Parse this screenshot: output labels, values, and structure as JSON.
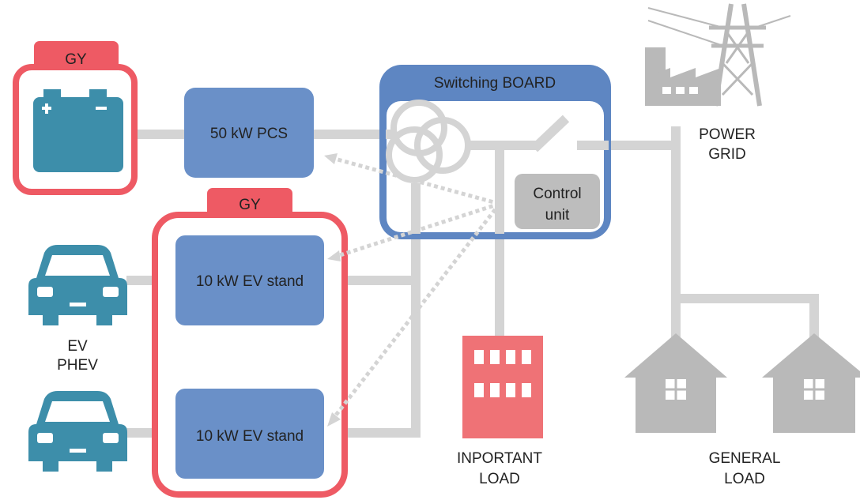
{
  "colors": {
    "line": "#d4d4d4",
    "box": "#6a90c8",
    "box_border": "#5e86c2",
    "highlight": "#ee5a64",
    "teal": "#3d8eaa",
    "gray_icon": "#b9b9b9",
    "control": "#bdbdbd",
    "red_building": "#ef7276",
    "text": "#222222"
  },
  "icons": [
    "battery-icon",
    "car-icon",
    "car-icon",
    "factory-icon",
    "pylon-icon",
    "office-building-icon",
    "house-icon",
    "house-icon",
    "transformer-icon",
    "switch-icon"
  ],
  "battery_group": {
    "tag": "GY"
  },
  "ev_group": {
    "tag": "GY"
  },
  "pcs": {
    "label": "50 kW PCS"
  },
  "ev_stand_1": {
    "label": "10 kW EV stand"
  },
  "ev_stand_2": {
    "label": "10 kW EV stand"
  },
  "switching_board": {
    "title": "Switching BOARD"
  },
  "control_unit": {
    "line1": "Control",
    "line2": "unit"
  },
  "ev_label": {
    "line1": "EV",
    "line2": "PHEV"
  },
  "power_grid": {
    "line1": "POWER",
    "line2": "GRID"
  },
  "important_load": {
    "line1": "INPORTANT",
    "line2": "LOAD"
  },
  "general_load": {
    "line1": "GENERAL",
    "line2": "LOAD"
  }
}
